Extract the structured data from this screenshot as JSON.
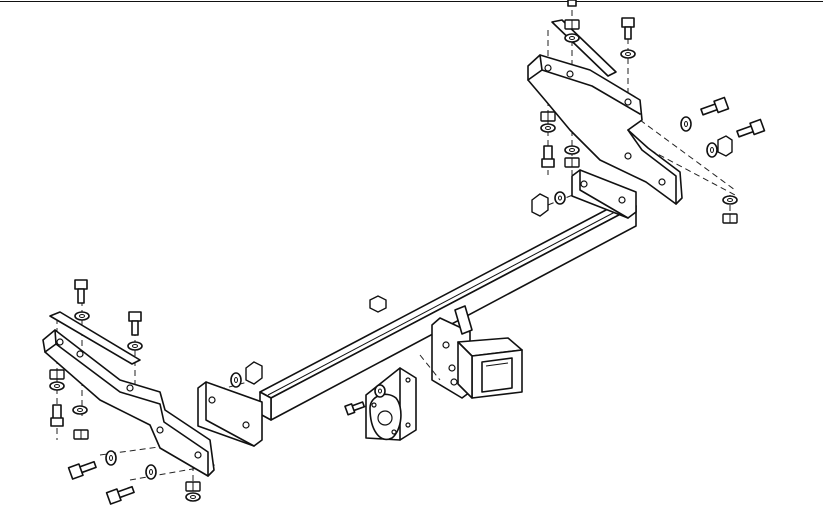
{
  "diagram": {
    "kind": "exploded assembly drawing",
    "colors": {
      "line": "#111111",
      "background": "#ffffff"
    },
    "parts": [
      "crossbar-tube",
      "left-end-plate",
      "right-end-plate",
      "left-side-bracket",
      "right-side-bracket",
      "receiver-hitch",
      "wiring-socket-plate",
      "bolts",
      "washers",
      "nuts"
    ]
  }
}
